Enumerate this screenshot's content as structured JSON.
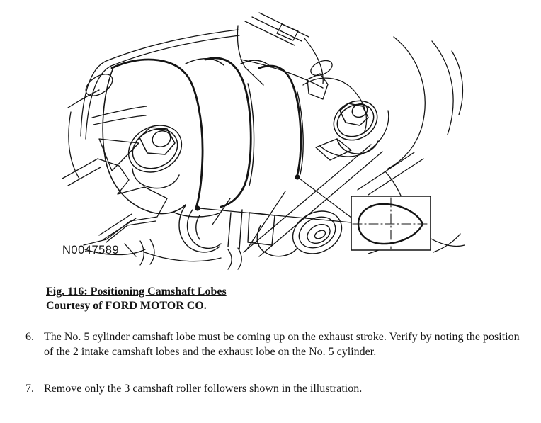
{
  "page": {
    "background": "#ffffff",
    "ink": "#141414"
  },
  "figure": {
    "drawing_number": "N0047589",
    "caption_title": "Fig. 116: Positioning Camshaft Lobes",
    "caption_courtesy": "Courtesy of FORD MOTOR CO.",
    "inset_meaning": "camshaft-lobe-profile"
  },
  "steps": [
    {
      "number": "6.",
      "text": "The No. 5 cylinder camshaft lobe must be coming up on the exhaust stroke. Verify by noting the position of the 2 intake camshaft lobes and the exhaust lobe on the No. 5 cylinder."
    },
    {
      "number": "7.",
      "text": "Remove only the 3 camshaft roller followers shown in the illustration."
    }
  ]
}
